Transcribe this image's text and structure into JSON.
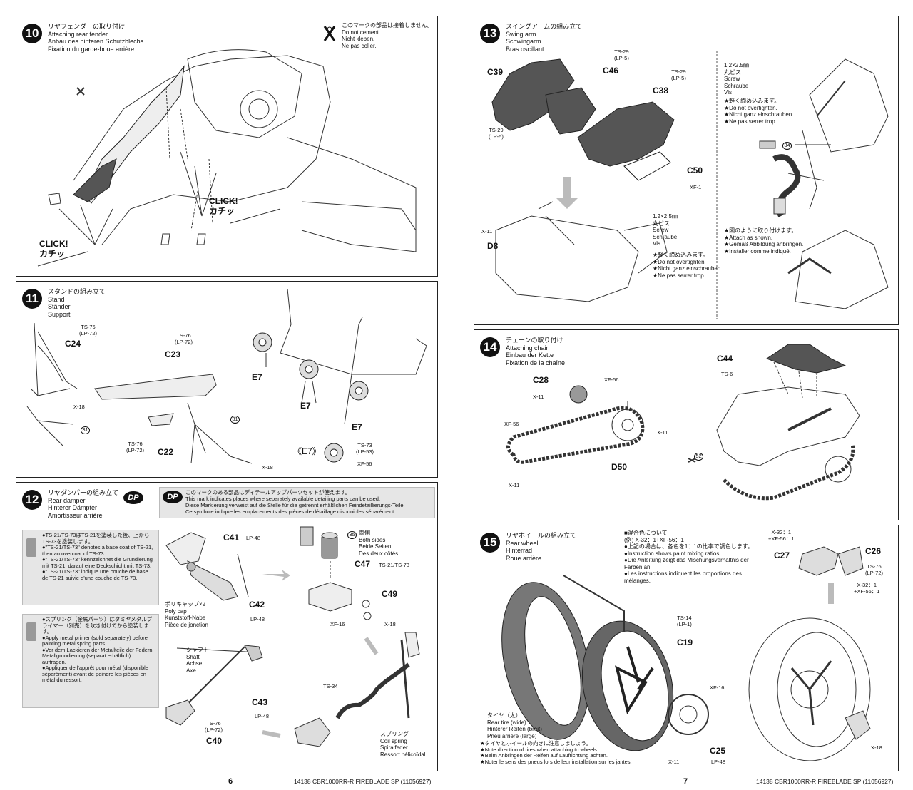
{
  "left_page": {
    "number": "6",
    "footer": "14138 CBR1000RR-R FIREBLADE SP (11056927)"
  },
  "right_page": {
    "number": "7",
    "footer": "14138 CBR1000RR-R FIREBLADE SP (11056927)"
  },
  "step10": {
    "num": "10",
    "title": "リヤフェンダーの取り付け\nAttaching rear fender\nAnbau des hinteren Schutzblechs\nFixation du garde-boue arrière",
    "no_cement": "このマークの部品は接着しません。\nDo not cement.\nNicht kleben.\nNe pas coller.",
    "click1": "CLICK!\nカチッ",
    "click2": "CLICK!\nカチッ"
  },
  "step11": {
    "num": "11",
    "title": "スタンドの組み立て\nStand\nStänder\nSupport",
    "parts": {
      "c24": "C24",
      "c23": "C23",
      "c22": "C22",
      "e7a": "E7",
      "e7b": "E7",
      "e7c": "E7",
      "e7bracket": "《E7》"
    },
    "paints": {
      "ts76a": "TS-76\n(LP-72)",
      "ts76b": "TS-76\n(LP-72)",
      "ts76c": "TS-76\n(LP-72)",
      "x18a": "X-18",
      "x18b": "X-18",
      "ts73": "TS-73\n(LP-53)",
      "xf56": "XF-56"
    },
    "ref31a": "31",
    "ref31b": "31"
  },
  "step12": {
    "num": "12",
    "title": "リヤダンパーの組み立て\nRear damper\nHinterer Dämpfer\nAmortisseur arrière",
    "dp_mark": "DP",
    "dp_note": "このマークのある部品はディテールアップパーツセットが使えます。\nThis mark indicates places where separately available detailing parts can be used.\nDiese Markierung verweist auf die Stelle für die getrennt erhältlichen Feindetaillierungs-Teile.\nCe symbole indique les emplacements des pièces de détaillage disponibles séparément.",
    "ts_note": "●TS-21/TS-73はTS-21を塗装した後、上からTS-73を塗装します。\n●\"TS-21/TS-73\" denotes a base coat of TS-21, then an overcoat of TS-73.\n●\"TS-21/TS-73\" kennzeichnet die Grundierung mit TS-21, darauf eine Deckschicht mit TS-73.\n●\"TS-21/TS-73\" indique une couche de base de TS-21 suivie d'une couche de TS-73.",
    "spring_note": "●スプリング（金属パーツ）はタミヤメタルプライマー（別売）を吹き付けてから塗装します。\n●Apply metal primer (sold separately) before painting metal spring parts.\n●Vor dem Lackieren der Metallteile der Federn Metallgrundierung (separat erhältlich) auftragen.\n●Appliquer de l'apprêt pour métal (disponible séparément) avant de peindre les pièces en métal du ressort.",
    "parts": {
      "c41": "C41",
      "c42": "C42",
      "c43": "C43",
      "c40": "C40",
      "c47": "C47",
      "c49": "C49"
    },
    "paints": {
      "lp48a": "LP-48",
      "lp48b": "LP-48",
      "lp48c": "LP-48",
      "ts21ts73": "TS-21/TS-73",
      "xf16": "XF-16",
      "x18": "X-18",
      "ts34": "TS-34",
      "ts76": "TS-76\n(LP-72)"
    },
    "polycap": "ポリキャップ×2\nPoly cap\nKunststoff-Nabe\nPièce de jonction",
    "both_sides": "両側\nBoth sides\nBeide Seiten\nDes deux côtés",
    "both_ref": "35",
    "shaft": "シャフト\nShaft\nAchse\nAxe",
    "spring": "スプリング\nCoil spring\nSpiralfeder\nRessort hélicoïdal"
  },
  "step13": {
    "num": "13",
    "title": "スイングアームの組み立て\nSwing arm\nSchwingarm\nBras oscillant",
    "parts": {
      "c39": "C39",
      "c46": "C46",
      "c38": "C38",
      "c50": "C50",
      "d8": "D8"
    },
    "paints": {
      "ts29a": "TS-29\n(LP-5)",
      "ts29b": "TS-29\n(LP-5)",
      "ts29c": "TS-29\n(LP-5)",
      "xf1": "XF-1",
      "x11": "X-11"
    },
    "screw1": "1.2×2.5㎜\n丸ビス\nScrew\nSchraube\nVis",
    "screw1_note": "★軽く締め込みます。\n★Do not overtighten.\n★Nicht ganz einschrauben.\n★Ne pas serrer trop.",
    "screw2": "1.2×2.5㎜\n丸ビス\nScrew\nSchraube\nVis",
    "screw2_note": "★軽く締め込みます。\n★Do not overtighten.\n★Nicht ganz einschrauben.\n★Ne pas serrer trop.",
    "attach_note": "★図のように取り付けます。\n★Attach as shown.\n★Gemäß Abbildung anbringen.\n★Installer comme indiqué.",
    "ref34": "34"
  },
  "step14": {
    "num": "14",
    "title": "チェーンの取り付け\nAttaching chain\nEinbau der Kette\nFixation de la chaîne",
    "parts": {
      "c28": "C28",
      "c44": "C44",
      "d50": "D50"
    },
    "paints": {
      "xf56a": "XF-56",
      "xf56b": "XF-56",
      "x11a": "X-11",
      "x11b": "X-11",
      "x11c": "X-11",
      "ts6": "TS-6"
    },
    "ref52": "52"
  },
  "step15": {
    "num": "15",
    "title": "リヤホイールの組み立て\nRear wheel\nHinterrad\nRoue arrière",
    "mix_note": "■混合色について\n(例) X-32：1+XF-56：1\n●上記の場合は、各色を1：1の比率で調色します。\n●Instruction shows paint mixing ratios.\n●Die Anleitung zeigt das Mischungsverhältnis der Farben an.\n●Les instructions indiquent les proportions des mélanges.",
    "parts": {
      "c27": "C27",
      "c26": "C26",
      "c19": "C19",
      "c25": "C25"
    },
    "paints": {
      "mix1": "X-32：1\n+XF-56：1",
      "mix2": "X-32：1\n+XF-56：1",
      "ts76": "TS-76\n(LP-72)",
      "ts14": "TS-14\n(LP-1)",
      "xf16": "XF-16",
      "x11": "X-11",
      "lp48": "LP-48",
      "x18": "X-18"
    },
    "tire": "タイヤ（太）\nRear tire (wide)\nHinterer Reifen (breit)\nPneu arrière (large)",
    "tire_note": "★タイヤとホイールの向きに注意しましょう。\n★Note direction of tires when attaching to wheels.\n★Beim Anbringen der Reifen auf Laufrichtung achten.\n★Noter le sens des pneus lors de leur installation sur les jantes."
  }
}
